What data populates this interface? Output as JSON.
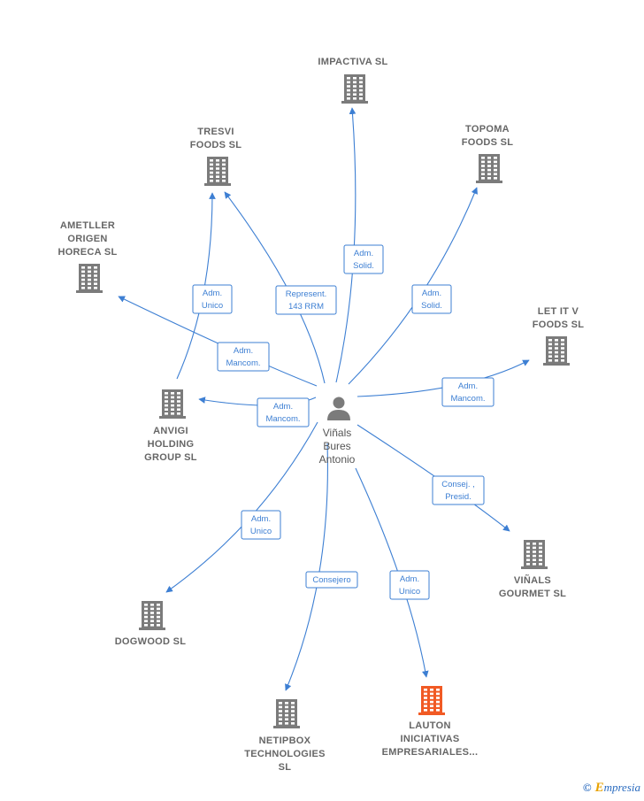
{
  "colors": {
    "edge": "#3d7fd3",
    "building": "#7b7b7b",
    "building_highlight": "#f15a24",
    "person": "#7b7b7b",
    "label": "#666666"
  },
  "center": {
    "label_lines": [
      "Viñals",
      "Bures",
      "Antonio"
    ],
    "icon": "person-icon"
  },
  "companies": [
    {
      "id": "impactiva",
      "label_lines": [
        "IMPACTIVA SL"
      ],
      "icon": "building-icon",
      "highlight": false
    },
    {
      "id": "tresvi",
      "label_lines": [
        "TRESVI",
        "FOODS  SL"
      ],
      "icon": "building-icon",
      "highlight": false
    },
    {
      "id": "topoma",
      "label_lines": [
        "TOPOMA",
        "FOODS  SL"
      ],
      "icon": "building-icon",
      "highlight": false
    },
    {
      "id": "ametller",
      "label_lines": [
        "AMETLLER",
        "ORIGEN",
        "HORECA  SL"
      ],
      "icon": "building-icon",
      "highlight": false
    },
    {
      "id": "letitv",
      "label_lines": [
        "LET IT V",
        "FOODS  SL"
      ],
      "icon": "building-icon",
      "highlight": false
    },
    {
      "id": "anvigi",
      "label_lines": [
        "ANVIGI",
        "HOLDING",
        "GROUP  SL"
      ],
      "icon": "building-icon",
      "highlight": false
    },
    {
      "id": "vinals",
      "label_lines": [
        "VIÑALS",
        "GOURMET  SL"
      ],
      "icon": "building-icon",
      "highlight": false
    },
    {
      "id": "dogwood",
      "label_lines": [
        "DOGWOOD SL"
      ],
      "icon": "building-icon",
      "highlight": false
    },
    {
      "id": "netipbox",
      "label_lines": [
        "NETIPBOX",
        "TECHNOLOGIES",
        "SL"
      ],
      "icon": "building-icon",
      "highlight": false
    },
    {
      "id": "lauton",
      "label_lines": [
        "LAUTON",
        "INICIATIVAS",
        "EMPRESARIALES..."
      ],
      "icon": "building-icon",
      "highlight": true
    }
  ],
  "edges": [
    {
      "to": "impactiva",
      "label_lines": [
        "Adm.",
        "Solid."
      ]
    },
    {
      "to": "tresvi",
      "label_lines": [
        "Represent.",
        "143 RRM"
      ]
    },
    {
      "from": "anvigi",
      "to": "tresvi",
      "label_lines": [
        "Adm.",
        "Unico"
      ]
    },
    {
      "to": "topoma",
      "label_lines": [
        "Adm.",
        "Solid."
      ]
    },
    {
      "to": "ametller",
      "label_lines": [
        "Adm.",
        "Mancom."
      ]
    },
    {
      "to": "letitv",
      "label_lines": [
        "Adm.",
        "Mancom."
      ]
    },
    {
      "to": "anvigi",
      "label_lines": [
        "Adm.",
        "Mancom."
      ]
    },
    {
      "to": "vinals",
      "label_lines": [
        "Consej. ,",
        "Presid."
      ]
    },
    {
      "to": "dogwood",
      "label_lines": [
        "Adm.",
        "Unico"
      ]
    },
    {
      "to": "netipbox",
      "label_lines": [
        "Consejero"
      ]
    },
    {
      "to": "lauton",
      "label_lines": [
        "Adm.",
        "Unico"
      ]
    }
  ],
  "watermark": {
    "copyright": "©",
    "brand_initial": "E",
    "brand_rest": "mpresia"
  }
}
